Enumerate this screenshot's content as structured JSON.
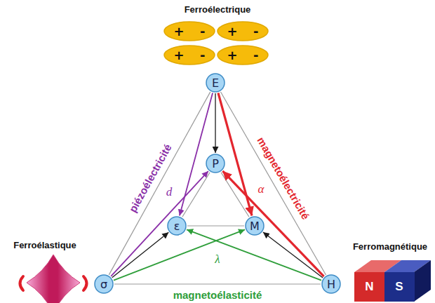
{
  "diagram": {
    "nodes": [
      {
        "text": [
          "+ -"
        ]
      },
      {
        "text": [
          "+ -"
        ]
      },
      {
        "text": [
          "+ -"
        ]
      },
      {
        "text": [
          "+ -"
        ]
      },
      {
        "text": [
          "E"
        ]
      },
      {
        "text": [
          "P"
        ]
      },
      {
        "text": [
          "ε"
        ]
      },
      {
        "text": [
          "M"
        ]
      },
      {
        "text": [
          "σ"
        ]
      },
      {
        "text": [
          "H"
        ]
      },
      {
        "text": [
          "N"
        ]
      },
      {
        "text": [
          "S"
        ]
      }
    ],
    "edges": [
      {
        "from": 4,
        "to": 8,
        "arrow": "none"
      },
      {
        "from": 4,
        "to": 9,
        "arrow": "none"
      },
      {
        "from": 8,
        "to": 9,
        "arrow": "none"
      },
      {
        "from": 5,
        "to": 6,
        "arrow": "none"
      },
      {
        "from": 6,
        "to": 7,
        "arrow": "none"
      },
      {
        "from": 7,
        "to": 5,
        "arrow": "none"
      },
      {
        "from": 4,
        "to": 5,
        "arrow": "to"
      },
      {
        "from": 8,
        "to": 6,
        "arrow": "to"
      },
      {
        "from": 9,
        "to": 7,
        "arrow": "to"
      },
      {
        "from": 8,
        "to": 5,
        "arrow": "to"
      },
      {
        "from": 4,
        "to": 6,
        "arrow": "to"
      },
      {
        "from": 9,
        "to": 5,
        "arrow": "to"
      },
      {
        "from": 4,
        "to": 7,
        "arrow": "to"
      },
      {
        "from": 8,
        "to": 7,
        "arrow": "to"
      },
      {
        "from": 9,
        "to": 6,
        "arrow": "to"
      }
    ],
    "labels": [
      "Ferroélectrique",
      "piézoélectricité",
      "magnetoélectricité",
      "α",
      "d",
      "Ferroélastique",
      "Ferromagnétique",
      "λ",
      "magnetoélasticité"
    ]
  }
}
